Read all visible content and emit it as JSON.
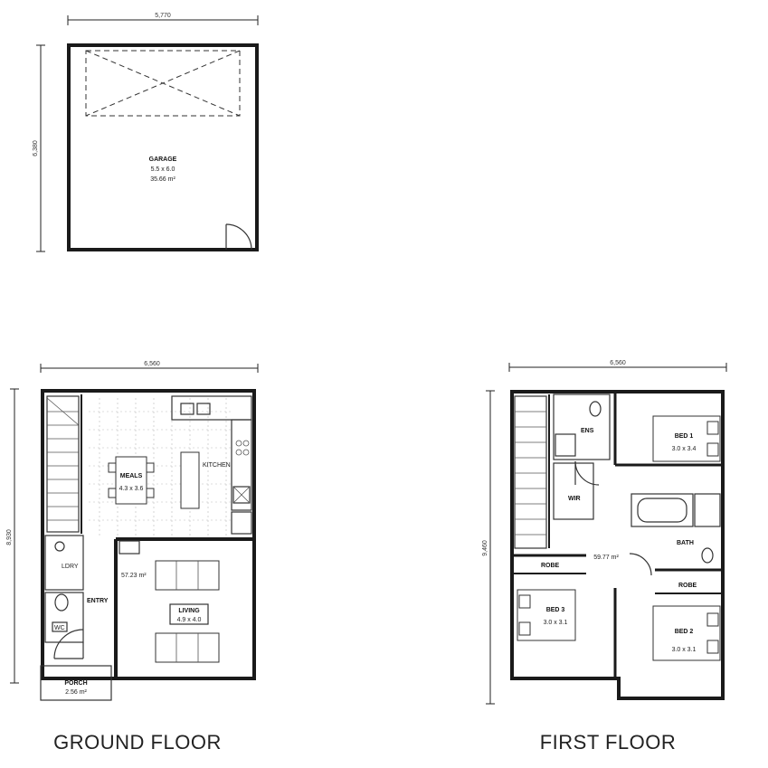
{
  "titles": {
    "ground": "GROUND FLOOR",
    "first": "FIRST FLOOR"
  },
  "garage": {
    "dim_width": "5,770",
    "dim_depth": "6,380",
    "name": "GARAGE",
    "size": "5.5 x 6.0",
    "area": "35.66 m²"
  },
  "ground_floor": {
    "dim_width": "6,560",
    "dim_depth": "8,930",
    "rooms": {
      "meals": "MEALS",
      "meals_size": "4.3 x 3.6",
      "kitchen": "KITCHEN",
      "living": "LIVING",
      "living_size": "4.9 x 4.0",
      "entry": "ENTRY",
      "ldry": "LDRY",
      "wc": "WC",
      "area": "57.23 m²",
      "porch": "PORCH",
      "porch_area": "2.56 m²"
    }
  },
  "first_floor": {
    "dim_width": "6,560",
    "dim_depth": "9,460",
    "rooms": {
      "ens": "ENS",
      "bed1": "BED 1",
      "bed1_size": "3.0 x 3.4",
      "wir": "WIR",
      "bath": "BATH",
      "area": "59.77 m²",
      "robe1": "ROBE",
      "robe2": "ROBE",
      "bed3": "BED 3",
      "bed3_size": "3.0 x 3.1",
      "bed2": "BED 2",
      "bed2_size": "3.0 x 3.1"
    }
  }
}
